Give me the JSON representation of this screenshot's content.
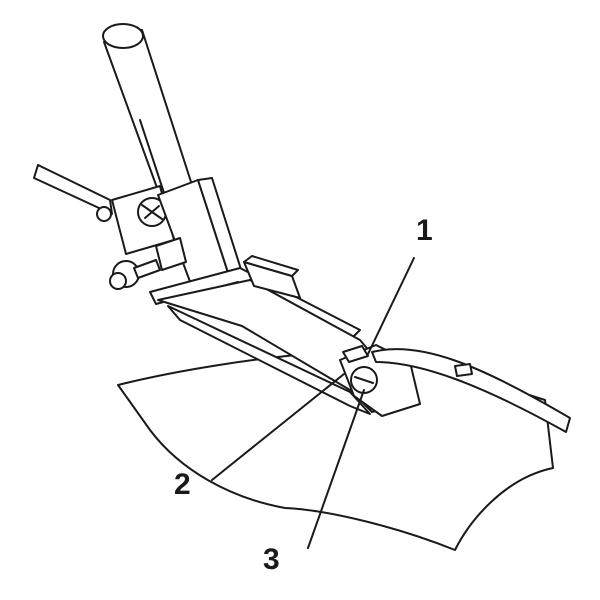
{
  "diagram": {
    "subject": "sewing-machine-presser-foot-with-cord-guide",
    "line_color": "#1a1a1a",
    "fill_color": "#ffffff",
    "labels": [
      {
        "id": "1",
        "text": "1"
      },
      {
        "id": "2",
        "text": "2"
      },
      {
        "id": "3",
        "text": "3"
      }
    ]
  }
}
